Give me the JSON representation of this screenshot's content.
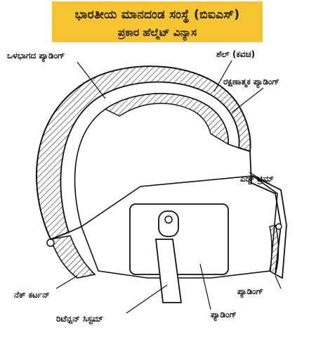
{
  "header": {
    "line1": "ಭಾರತೀಯ ಮಾನದಂಡ ಸಂಸ್ಥೆ (ಬಿಐಎಸ್)",
    "line2": "ಪ್ರಕಾರ ಹೆಲ್ಮೆಟ್ ವಿನ್ಯಾಸ",
    "background": "#f6c431"
  },
  "labels": {
    "inner_padding": "ಒಳಭಾಗದ ಪ್ಯಾಡಿಂಗ್",
    "shell": "ಶೆಲ್ (ಕವಚ)",
    "protective_padding": "ರಕ್ಷಣಾತ್ಮಕ ಪ್ಯಾಡಿಂಗ್",
    "edge_trim": "ಎಡ್ಜ್ ಟ್ರಿಮ್",
    "neck_curtain": "ನೆಕ್ ಕರ್ಟನ್",
    "padding_right": "ಪ್ಯಾಡಿಂಗ್",
    "retention_system": "ರಿಟೆನ್ಷನ್ ಸಿಸ್ಟಮ್",
    "padding_bottom": "ಪ್ಯಾಡಿಂಗ್"
  }
}
